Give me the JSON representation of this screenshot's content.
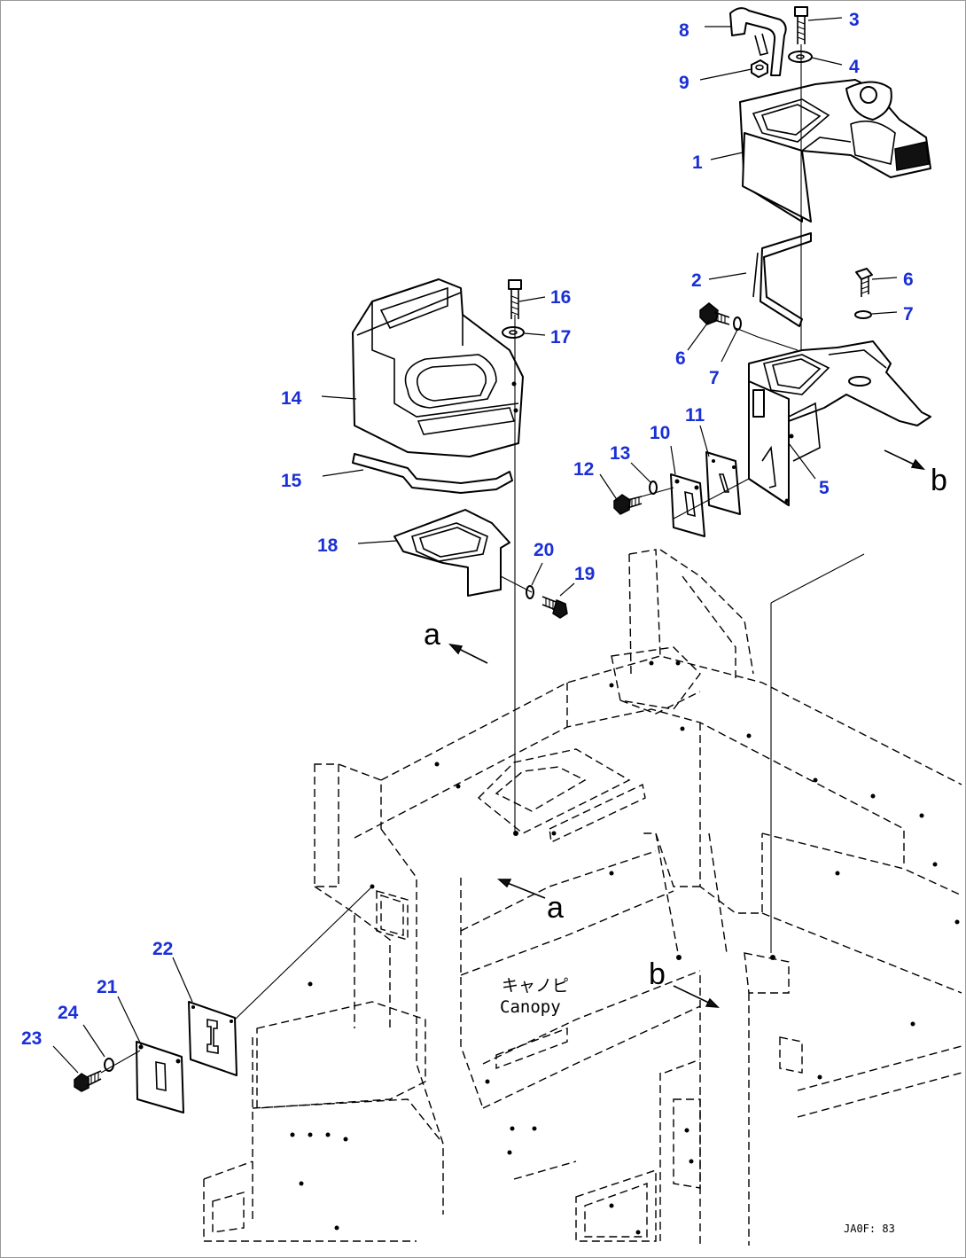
{
  "callouts": [
    {
      "id": "1",
      "label": "1"
    },
    {
      "id": "2",
      "label": "2"
    },
    {
      "id": "3",
      "label": "3"
    },
    {
      "id": "4",
      "label": "4"
    },
    {
      "id": "5",
      "label": "5"
    },
    {
      "id": "6a",
      "label": "6"
    },
    {
      "id": "6b",
      "label": "6"
    },
    {
      "id": "7a",
      "label": "7"
    },
    {
      "id": "7b",
      "label": "7"
    },
    {
      "id": "8",
      "label": "8"
    },
    {
      "id": "9",
      "label": "9"
    },
    {
      "id": "10",
      "label": "10"
    },
    {
      "id": "11",
      "label": "11"
    },
    {
      "id": "12",
      "label": "12"
    },
    {
      "id": "13",
      "label": "13"
    },
    {
      "id": "14",
      "label": "14"
    },
    {
      "id": "15",
      "label": "15"
    },
    {
      "id": "16",
      "label": "16"
    },
    {
      "id": "17",
      "label": "17"
    },
    {
      "id": "18",
      "label": "18"
    },
    {
      "id": "19",
      "label": "19"
    },
    {
      "id": "20",
      "label": "20"
    },
    {
      "id": "21",
      "label": "21"
    },
    {
      "id": "22",
      "label": "22"
    },
    {
      "id": "23",
      "label": "23"
    },
    {
      "id": "24",
      "label": "24"
    }
  ],
  "view_markers": {
    "a_top": "a",
    "a_bottom": "a",
    "b_top": "b",
    "b_bottom": "b"
  },
  "frame_label": {
    "japanese": "キャノピ",
    "english": "Canopy"
  },
  "drawing_code": "JA0F: 83",
  "colors": {
    "callout": "#1a2fd6",
    "line": "#000000",
    "background": "#ffffff"
  }
}
